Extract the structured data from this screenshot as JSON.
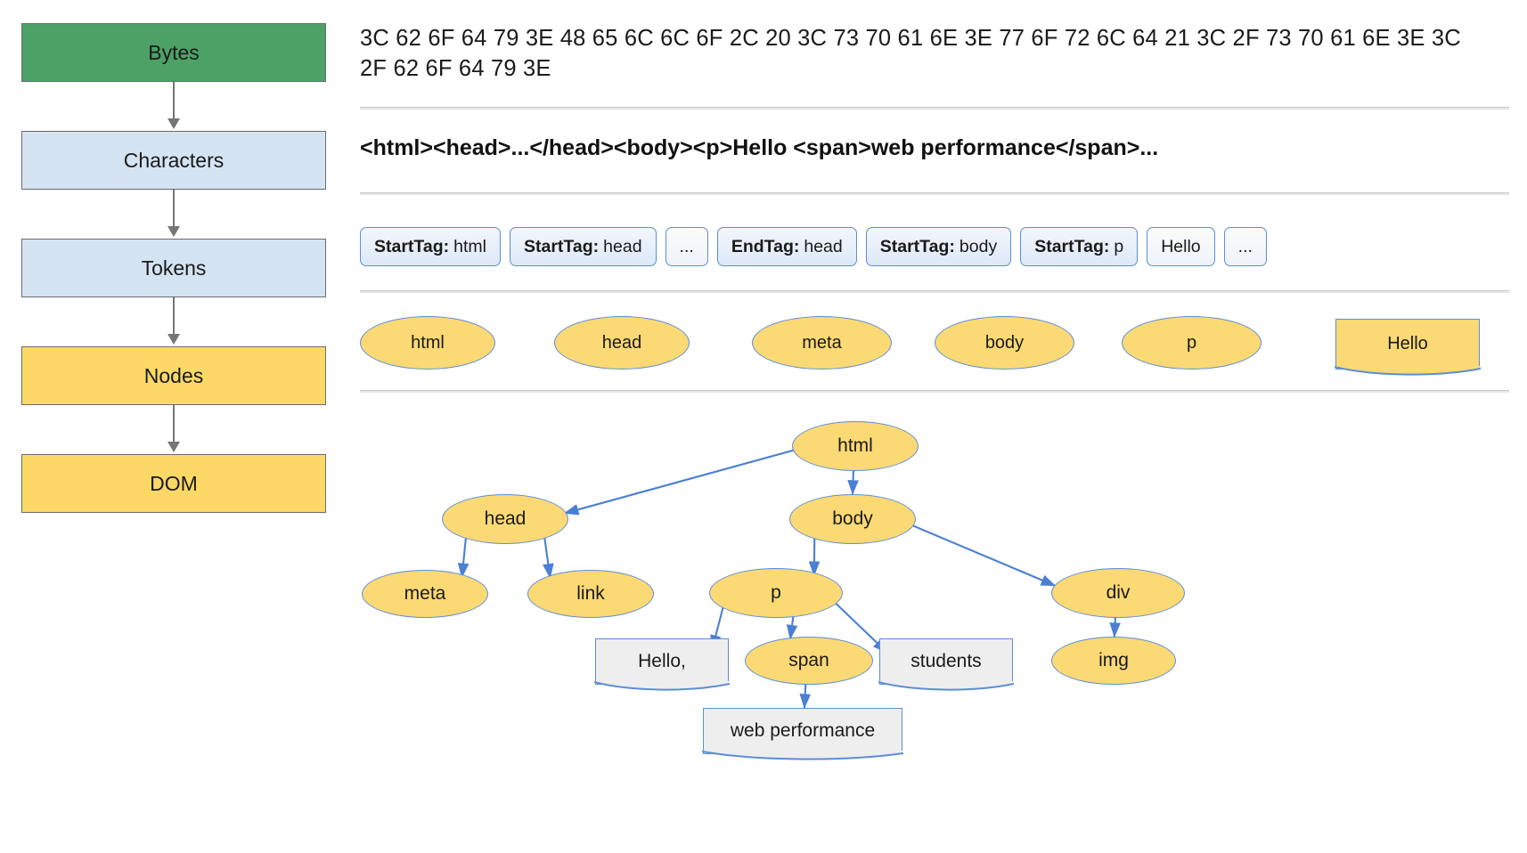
{
  "pipeline": {
    "stages": [
      {
        "label": "Bytes",
        "style": "green"
      },
      {
        "label": "Characters",
        "style": "blue"
      },
      {
        "label": "Tokens",
        "style": "blue"
      },
      {
        "label": "Nodes",
        "style": "amber"
      },
      {
        "label": "DOM",
        "style": "amber"
      }
    ]
  },
  "bytes": {
    "text": "3C 62 6F 64 79 3E 48 65 6C 6C 6F 2C 20 3C 73 70 61 6E 3E 77 6F 72 6C 64 21 3C 2F 73 70 61 6E 3E 3C 2F 62 6F 64 79 3E"
  },
  "characters": {
    "text": "<html><head>...</head><body><p>Hello <span>web performance</span>..."
  },
  "tokens": {
    "items": [
      {
        "kind": "StartTag:",
        "value": "html"
      },
      {
        "kind": "StartTag:",
        "value": "head"
      },
      {
        "kind": "",
        "value": "..."
      },
      {
        "kind": "EndTag:",
        "value": "head"
      },
      {
        "kind": "StartTag:",
        "value": "body"
      },
      {
        "kind": "StartTag:",
        "value": "p"
      },
      {
        "kind": "",
        "value": "Hello"
      },
      {
        "kind": "",
        "value": "..."
      }
    ]
  },
  "nodes": {
    "items": [
      {
        "label": "html",
        "shape": "ellipse"
      },
      {
        "label": "head",
        "shape": "ellipse"
      },
      {
        "label": "meta",
        "shape": "ellipse"
      },
      {
        "label": "body",
        "shape": "ellipse"
      },
      {
        "label": "p",
        "shape": "ellipse"
      },
      {
        "label": "Hello",
        "shape": "textnode"
      }
    ]
  },
  "dom": {
    "nodes": [
      {
        "id": "html",
        "label": "html",
        "type": "element"
      },
      {
        "id": "head",
        "label": "head",
        "type": "element"
      },
      {
        "id": "body",
        "label": "body",
        "type": "element"
      },
      {
        "id": "meta",
        "label": "meta",
        "type": "element"
      },
      {
        "id": "link",
        "label": "link",
        "type": "element"
      },
      {
        "id": "p",
        "label": "p",
        "type": "element"
      },
      {
        "id": "div",
        "label": "div",
        "type": "element"
      },
      {
        "id": "hello",
        "label": "Hello,",
        "type": "text"
      },
      {
        "id": "span",
        "label": "span",
        "type": "element"
      },
      {
        "id": "students",
        "label": "students",
        "type": "text"
      },
      {
        "id": "img",
        "label": "img",
        "type": "element"
      },
      {
        "id": "webperformance",
        "label": "web performance",
        "type": "text"
      }
    ],
    "edges": [
      {
        "from": "html",
        "to": "head"
      },
      {
        "from": "html",
        "to": "body"
      },
      {
        "from": "head",
        "to": "meta"
      },
      {
        "from": "head",
        "to": "link"
      },
      {
        "from": "body",
        "to": "p"
      },
      {
        "from": "body",
        "to": "div"
      },
      {
        "from": "p",
        "to": "hello"
      },
      {
        "from": "p",
        "to": "span"
      },
      {
        "from": "p",
        "to": "students"
      },
      {
        "from": "div",
        "to": "img"
      },
      {
        "from": "span",
        "to": "webperformance"
      }
    ]
  },
  "colors": {
    "green": "#4ca167",
    "blue": "#d4e4f3",
    "amber": "#fcd966",
    "node_fill": "#fbd974",
    "node_stroke": "#5b8ddb",
    "text_node_fill": "#eeeeee",
    "arrow_gray": "#757575",
    "rule": "#c9c9c9"
  }
}
